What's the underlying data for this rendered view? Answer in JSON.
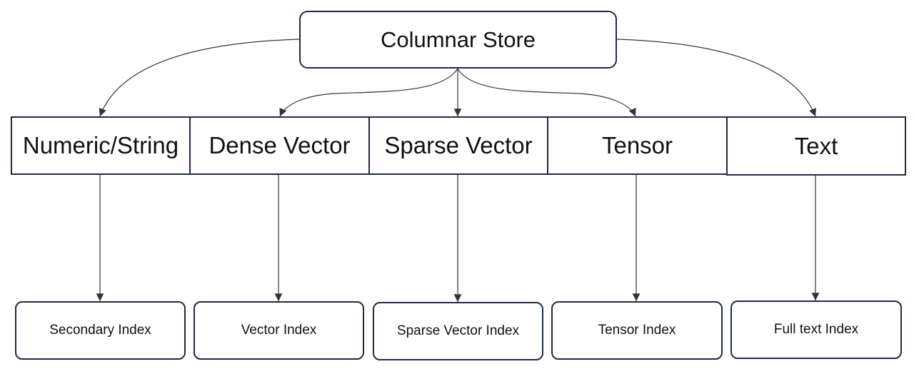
{
  "diagram": {
    "root": {
      "label": "Columnar Store"
    },
    "types": [
      {
        "id": "numeric",
        "label": "Numeric/String",
        "index": "Secondary Index"
      },
      {
        "id": "dense",
        "label": "Dense Vector",
        "index": "Vector Index"
      },
      {
        "id": "sparse",
        "label": "Sparse Vector",
        "index": "Sparse Vector Index"
      },
      {
        "id": "tensor",
        "label": "Tensor",
        "index": "Tensor Index"
      },
      {
        "id": "text",
        "label": "Text",
        "index": "Full text Index"
      }
    ],
    "colors": {
      "border": "#1f2a44",
      "connector": "#333333",
      "text": "#111111",
      "background": "#ffffff"
    }
  }
}
